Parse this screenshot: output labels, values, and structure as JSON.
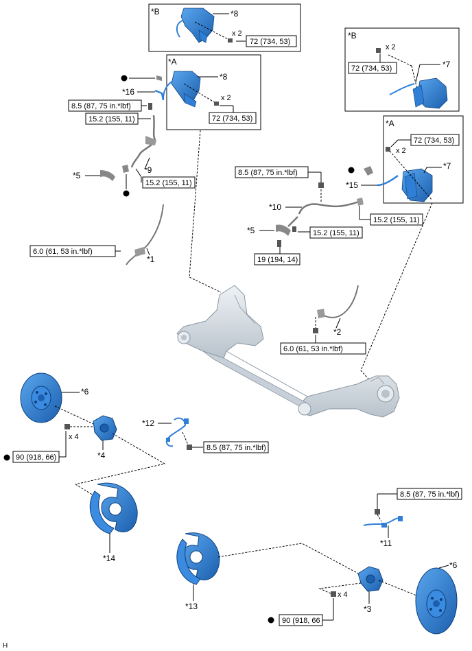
{
  "frames": {
    "B_left": {
      "tag": "*B",
      "part": "*8",
      "qty": "x 2",
      "torque": "72 (734, 53)"
    },
    "A_left": {
      "tag": "*A",
      "part": "*8",
      "qty": "x 2",
      "torque": "72 (734, 53)"
    },
    "B_right": {
      "tag": "*B",
      "part": "*7",
      "qty": "x 2",
      "torque": "72 (734, 53)"
    },
    "A_right": {
      "tag": "*A",
      "part": "*7",
      "qty": "x 2",
      "torque": "72 (734, 53)"
    }
  },
  "labels": {
    "p16": "*16",
    "p9": "*9",
    "p5_left": "*5",
    "p1": "*1",
    "p10": "*10",
    "p5_right": "*5",
    "p15": "*15",
    "p2": "*2",
    "p6_left": "*6",
    "p4": "*4",
    "p12": "*12",
    "p14": "*14",
    "p13": "*13",
    "p11": "*11",
    "p6_right": "*6",
    "p3": "*3",
    "qty_left": "x 4",
    "qty_right": "x 4",
    "footer": "H"
  },
  "torques": {
    "t_85_left": "8.5 (87, 75 in.*lbf)",
    "t_152_left_a": "15.2 (155, 11)",
    "t_152_left_b": "15.2 (155, 11)",
    "t_60_left": "6.0 (61, 53 in.*lbf)",
    "t_85_right": "8.5 (87, 75 in.*lbf)",
    "t_152_right_a": "15.2 (155, 11)",
    "t_152_right_b": "15.2 (155, 11)",
    "t_19": "19 (194, 14)",
    "t_60_right": "6.0 (61, 53 in.*lbf)",
    "t_90_left": "90 (918, 66)",
    "t_85_sensor_left": "8.5 (87, 75 in.*lbf)",
    "t_85_sensor_right": "8.5 (87, 75 in.*lbf)",
    "t_90_right": "90 (918, 66"
  },
  "colors": {
    "part_blue": "#2f7fd6",
    "part_blue_dark": "#1b5fae",
    "axle_grey": "#d8dee4",
    "line": "#000000"
  }
}
